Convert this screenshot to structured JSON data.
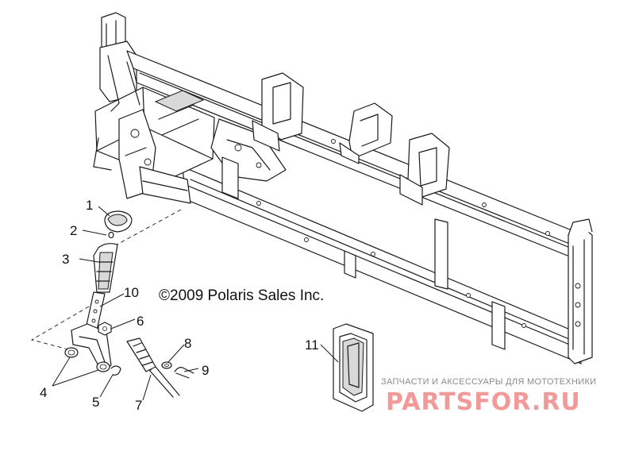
{
  "diagram": {
    "copyright": "©2009 Polaris Sales Inc.",
    "callouts": [
      {
        "id": "1",
        "label": "1"
      },
      {
        "id": "2",
        "label": "2"
      },
      {
        "id": "3",
        "label": "3"
      },
      {
        "id": "4",
        "label": "4"
      },
      {
        "id": "5",
        "label": "5"
      },
      {
        "id": "6",
        "label": "6"
      },
      {
        "id": "7",
        "label": "7"
      },
      {
        "id": "8",
        "label": "8"
      },
      {
        "id": "9",
        "label": "9"
      },
      {
        "id": "10",
        "label": "10"
      },
      {
        "id": "11",
        "label": "11"
      }
    ]
  },
  "watermark": {
    "tagline": "ЗАПЧАСТИ И АКСЕССУАРЫ ДЛЯ МОТОТЕХНИКИ",
    "brand": "PARTSFOR.RU",
    "color": "#f29a9a"
  }
}
